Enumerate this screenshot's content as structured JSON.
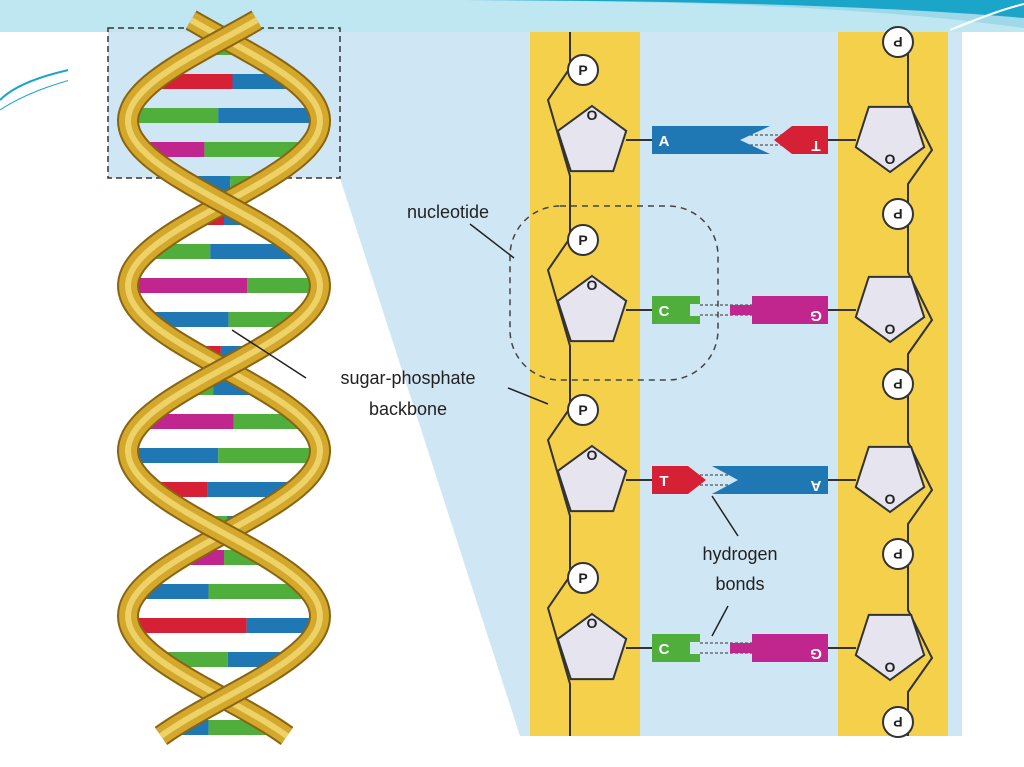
{
  "labels": {
    "nucleotide": "nucleotide",
    "backbone_line1": "sugar-phosphate",
    "backbone_line2": "backbone",
    "hbonds_line1": "hydrogen",
    "hbonds_line2": "bonds"
  },
  "phosphate_symbol": "P",
  "sugar_oxygen": "O",
  "base_pairs": [
    {
      "left": "A",
      "right": "T",
      "left_color": "#1f77b4",
      "right_color": "#d62035"
    },
    {
      "left": "C",
      "right": "G",
      "left_color": "#4fae3c",
      "right_color": "#c0268e"
    },
    {
      "left": "T",
      "right": "A",
      "left_color": "#d62035",
      "right_color": "#1f77b4"
    },
    {
      "left": "C",
      "right": "G",
      "left_color": "#4fae3c",
      "right_color": "#c0268e"
    }
  ],
  "colors": {
    "backbone_strip": "#f5d04a",
    "zoom_panel": "#cfe6f5",
    "helix_ribbon": "#d4a82a",
    "sugar_fill": "#e6e4ee",
    "slide_accent": "#1aa5c9"
  }
}
